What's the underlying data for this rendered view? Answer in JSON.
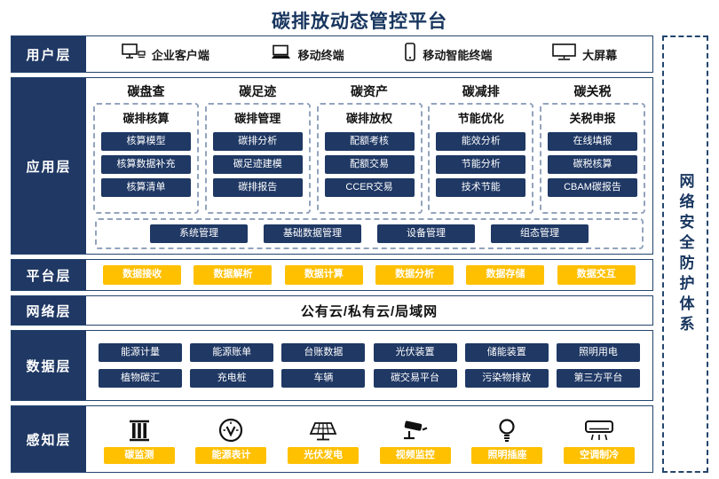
{
  "title": "碳排放动态管控平台",
  "security_bar": {
    "label": "网络安全防护体系"
  },
  "colors": {
    "navy": "#1f3864",
    "yellow": "#ffc000"
  },
  "layers": {
    "user": {
      "label": "用户层",
      "items": [
        {
          "icon": "desktop-icon",
          "label": "企业客户端"
        },
        {
          "icon": "laptop-icon",
          "label": "移动终端"
        },
        {
          "icon": "smartphone-icon",
          "label": "移动智能终端"
        },
        {
          "icon": "big-screen-icon",
          "label": "大屏幕"
        }
      ]
    },
    "application": {
      "label": "应用层",
      "columns": [
        {
          "header": "碳盘查",
          "subheader": "碳排核算",
          "items": [
            "核算模型",
            "核算数据补充",
            "核算清单"
          ]
        },
        {
          "header": "碳足迹",
          "subheader": "碳排管理",
          "items": [
            "碳排分析",
            "碳足迹建模",
            "碳排报告"
          ]
        },
        {
          "header": "碳资产",
          "subheader": "碳排放权",
          "items": [
            "配额考核",
            "配额交易",
            "CCER交易"
          ]
        },
        {
          "header": "碳减排",
          "subheader": "节能优化",
          "items": [
            "能效分析",
            "节能分析",
            "技术节能"
          ]
        },
        {
          "header": "碳关税",
          "subheader": "关税申报",
          "items": [
            "在线填报",
            "碳税核算",
            "CBAM碳报告"
          ]
        }
      ],
      "common_items": [
        "系统管理",
        "基础数据管理",
        "设备管理",
        "组态管理"
      ]
    },
    "platform": {
      "label": "平台层",
      "items": [
        "数据接收",
        "数据解析",
        "数据计算",
        "数据分析",
        "数据存储",
        "数据交互"
      ]
    },
    "network": {
      "label": "网络层",
      "text": "公有云/私有云/局域网"
    },
    "data": {
      "label": "数据层",
      "row1": [
        "能源计量",
        "能源账单",
        "台账数据",
        "光伏装置",
        "储能装置",
        "照明用电"
      ],
      "row2": [
        "植物碳汇",
        "充电桩",
        "车辆",
        "碳交易平台",
        "污染物排放",
        "第三方平台"
      ]
    },
    "perception": {
      "label": "感知层",
      "items": [
        {
          "icon": "factory-icon",
          "label": "碳监测"
        },
        {
          "icon": "meter-icon",
          "label": "能源表计"
        },
        {
          "icon": "solar-panel-icon",
          "label": "光伏发电"
        },
        {
          "icon": "cctv-icon",
          "label": "视频监控"
        },
        {
          "icon": "bulb-icon",
          "label": "照明插座"
        },
        {
          "icon": "ac-icon",
          "label": "空调制冷"
        }
      ]
    }
  }
}
